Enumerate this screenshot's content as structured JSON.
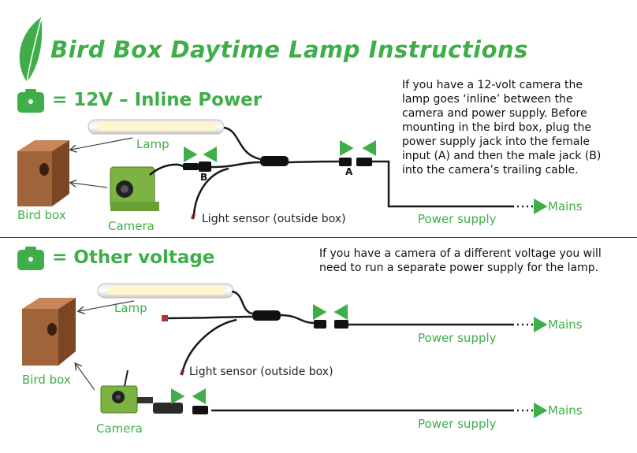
{
  "title": "Bird Box Daytime Lamp Instructions",
  "section1": {
    "heading": "= 12V – Inline Power",
    "note": "If you have a 12-volt camera the lamp goes ‘inline’ between the camera and power supply. Before mounting in the bird box, plug the power supply jack into the female input (A) and then the male jack (B) into the camera’s trailing cable.",
    "labels": {
      "lamp": "Lamp",
      "bird_box": "Bird box",
      "camera": "Camera",
      "light_sensor": "Light sensor (outside box)",
      "power_supply": "Power supply",
      "mains": "Mains",
      "jack_a": "A",
      "jack_b": "B"
    }
  },
  "section2": {
    "heading": "= Other voltage",
    "note": "If you have a camera of a different voltage you will need to run a separate power supply for the lamp.",
    "labels": {
      "lamp": "Lamp",
      "bird_box": "Bird box",
      "camera": "Camera",
      "light_sensor": "Light sensor (outside box)",
      "power_supply_1": "Power supply",
      "power_supply_2": "Power supply",
      "mains_1": "Mains",
      "mains_2": "Mains"
    }
  },
  "icons": [
    "feather-icon",
    "camera-icon",
    "bird-box-icon",
    "lamp-icon",
    "arrow-icon"
  ],
  "colors": {
    "accent": "#3fae49",
    "wood": "#a0643a",
    "cable": "#1a1a1a"
  }
}
